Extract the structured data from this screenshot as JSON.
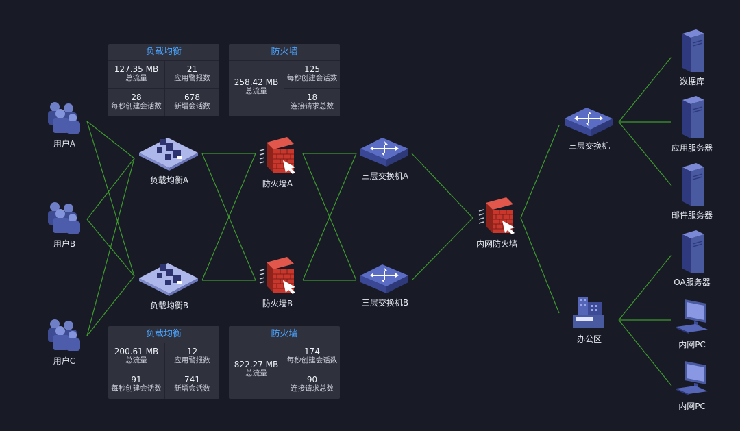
{
  "nodes": {
    "user_a": "用户A",
    "user_b": "用户B",
    "user_c": "用户C",
    "lb_a": "负载均衡A",
    "lb_b": "负载均衡B",
    "fw_a": "防火墙A",
    "fw_b": "防火墙B",
    "sw_a": "三层交换机A",
    "sw_b": "三层交换机B",
    "inner_fw": "内网防火墙",
    "core_sw": "三层交换机",
    "office": "办公区",
    "db": "数据库",
    "app_server": "应用服务器",
    "mail_server": "邮件服务器",
    "oa_server": "OA服务器",
    "pc1": "内网PC",
    "pc2": "内网PC"
  },
  "panels": {
    "lb_top": {
      "title": "负载均衡",
      "m1_value": "127.35 MB",
      "m1_label": "总流量",
      "m2_value": "21",
      "m2_label": "应用警报数",
      "m3_value": "28",
      "m3_label": "每秒创建会话数",
      "m4_value": "678",
      "m4_label": "新增会话数"
    },
    "fw_top": {
      "title": "防火墙",
      "m1_value": "258.42 MB",
      "m1_label": "总流量",
      "m2_value": "125",
      "m2_label": "每秒创建会话数",
      "m3_value": "18",
      "m3_label": "连接请求总数"
    },
    "lb_bottom": {
      "title": "负载均衡",
      "m1_value": "200.61 MB",
      "m1_label": "总流量",
      "m2_value": "12",
      "m2_label": "应用警报数",
      "m3_value": "91",
      "m3_label": "每秒创建会话数",
      "m4_value": "741",
      "m4_label": "新增会话数"
    },
    "fw_bottom": {
      "title": "防火墙",
      "m1_value": "822.27 MB",
      "m1_label": "总流量",
      "m2_value": "174",
      "m2_label": "每秒创建会话数",
      "m3_value": "90",
      "m3_label": "连接请求总数"
    }
  },
  "icons": {
    "user_a": "users-group-icon",
    "user_b": "users-group-icon",
    "user_c": "users-group-icon",
    "lb_a": "load-balancer-icon",
    "lb_b": "load-balancer-icon",
    "fw_a": "firewall-icon",
    "fw_b": "firewall-icon",
    "inner_fw": "firewall-icon",
    "sw_a": "switch-icon",
    "sw_b": "switch-icon",
    "core_sw": "switch-icon",
    "office": "office-building-icon",
    "db": "server-tower-icon",
    "app_server": "server-tower-icon",
    "mail_server": "server-tower-icon",
    "oa_server": "server-tower-icon",
    "pc1": "desktop-pc-icon",
    "pc2": "desktop-pc-icon"
  },
  "colors": {
    "background": "#181a26",
    "link": "#3f9a2e",
    "panel_bg": "#2f313d",
    "panel_title": "#4aa3ff",
    "firewall_red": "#c8362c",
    "device_blue": "#4a5aa0"
  }
}
